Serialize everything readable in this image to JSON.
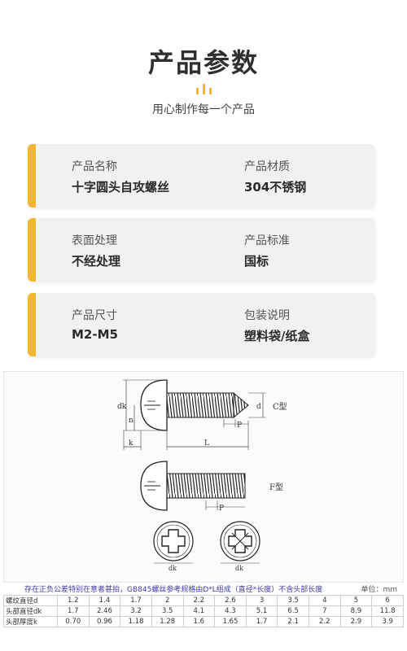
{
  "header": {
    "title": "产品参数",
    "subtitle": "用心制作每一个产品"
  },
  "colors": {
    "accent": "#f2b632",
    "card_bg": "#f1f1f1",
    "note_blue": "#3a3aa8"
  },
  "cards": [
    {
      "left_label": "产品名称",
      "left_value": "十字圆头自攻螺丝",
      "right_label": "产品材质",
      "right_value": "304不锈钢"
    },
    {
      "left_label": "表面处理",
      "left_value": "不经处理",
      "right_label": "产品标准",
      "right_value": "国标"
    },
    {
      "left_label": "产品尺寸",
      "left_value": "M2-M5",
      "right_label": "包装说明",
      "right_value": "塑料袋/纸盒"
    }
  ],
  "diagram": {
    "c_type_label": "C型",
    "f_type_label": "F型",
    "dim_dk": "dk",
    "dim_d": "d",
    "dim_n": "n",
    "dim_p": "P",
    "dim_k": "k",
    "dim_l": "L"
  },
  "note": {
    "text": "存在正负公差特别在意者甚拍，GB845螺丝参考规格由D*L组成（直径*长度）不含头部长度",
    "unit": "单位：mm"
  },
  "spec_table": [
    {
      "header": "螺纹直径d",
      "values": [
        "1.2",
        "1.4",
        "1.7",
        "2",
        "2.2",
        "2.6",
        "3",
        "3.5",
        "4",
        "5",
        "6"
      ]
    },
    {
      "header": "头部直径dk",
      "values": [
        "1.7",
        "2.46",
        "3.2",
        "3.5",
        "4.1",
        "4.3",
        "5.1",
        "6.5",
        "7",
        "8.9",
        "11.8"
      ]
    },
    {
      "header": "头部厚度k",
      "values": [
        "0.70",
        "0.96",
        "1.18",
        "1.28",
        "1.6",
        "1.65",
        "1.7",
        "2.1",
        "2.2",
        "2.9",
        "3.9"
      ]
    }
  ]
}
